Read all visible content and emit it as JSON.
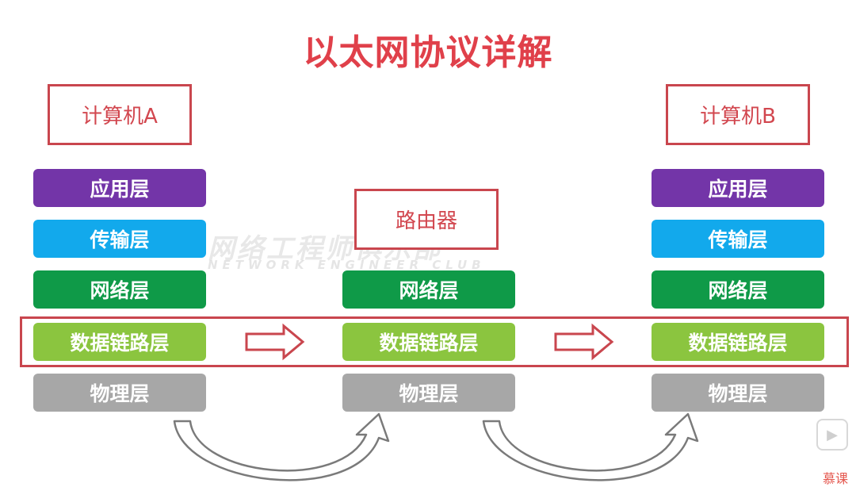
{
  "title": "以太网协议详解",
  "watermark": {
    "main": "网络工程师俱乐部",
    "sub": "NETWORK ENGINEER CLUB"
  },
  "nodes": {
    "computer_a": {
      "label": "计算机A",
      "layers": [
        "应用层",
        "传输层",
        "网络层",
        "数据链路层",
        "物理层"
      ]
    },
    "router": {
      "label": "路由器",
      "layers": [
        "网络层",
        "数据链路层",
        "物理层"
      ]
    },
    "computer_b": {
      "label": "计算机B",
      "layers": [
        "应用层",
        "传输层",
        "网络层",
        "数据链路层",
        "物理层"
      ]
    }
  },
  "colors": {
    "application": "#7335a8",
    "transport": "#12a9ec",
    "network": "#0f9a48",
    "datalink": "#8bc53f",
    "physical": "#a7a7a7",
    "accent_red": "#c9464e"
  },
  "icons": {
    "flow_arrow": "hollow-right-arrow-icon",
    "curved_arrow": "curved-arrow-icon",
    "play": "play-button-icon"
  },
  "corner_text": "慕课"
}
